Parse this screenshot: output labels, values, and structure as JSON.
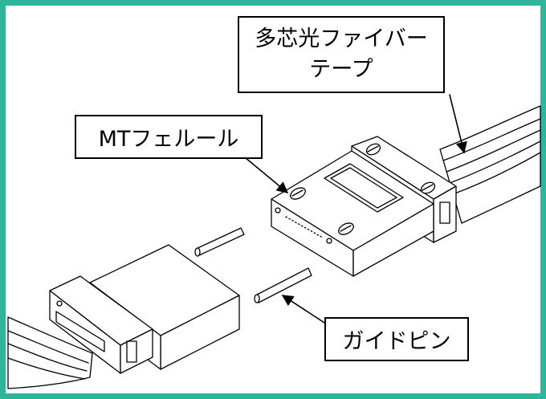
{
  "labels": {
    "tape_line1": "多芯光ファイバー",
    "tape_line2": "テープ",
    "ferrule": "MTフェルール",
    "guide_pin": "ガイドピン"
  },
  "colors": {
    "frame": "#2eb59a",
    "line": "#000000",
    "background": "#ffffff"
  }
}
